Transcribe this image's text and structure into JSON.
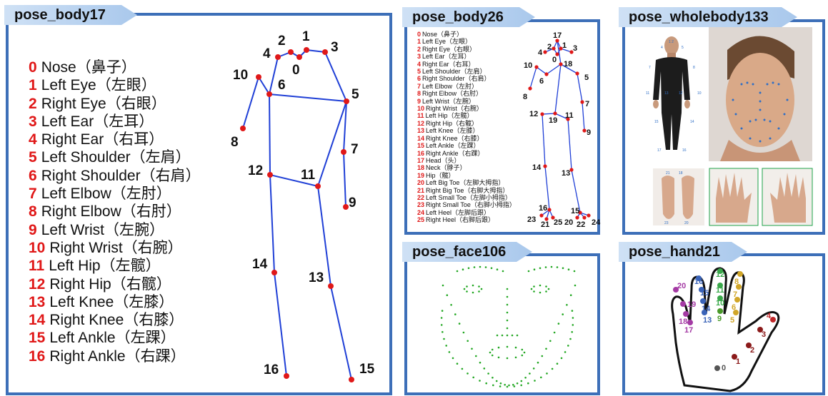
{
  "panels": {
    "body17": {
      "title": "pose_body17",
      "keypoints": [
        {
          "id": "0",
          "name": "Nose（鼻子）"
        },
        {
          "id": "1",
          "name": "Left Eye（左眼）"
        },
        {
          "id": "2",
          "name": "Right Eye（右眼）"
        },
        {
          "id": "3",
          "name": "Left Ear（左耳）"
        },
        {
          "id": "4",
          "name": "Right Ear（右耳）"
        },
        {
          "id": "5",
          "name": "Left Shoulder（左肩）"
        },
        {
          "id": "6",
          "name": "Right Shoulder（右肩）"
        },
        {
          "id": "7",
          "name": "Left Elbow（左肘）"
        },
        {
          "id": "8",
          "name": "Right Elbow（右肘）"
        },
        {
          "id": "9",
          "name": "Left Wrist（左腕）"
        },
        {
          "id": "10",
          "name": "Right Wrist（右腕）"
        },
        {
          "id": "11",
          "name": "Left Hip（左髋）"
        },
        {
          "id": "12",
          "name": "Right Hip（右髋）"
        },
        {
          "id": "13",
          "name": "Left Knee（左膝）"
        },
        {
          "id": "14",
          "name": "Right Knee（右膝）"
        },
        {
          "id": "15",
          "name": "Left Ankle（左踝）"
        },
        {
          "id": "16",
          "name": "Right Ankle（右踝）"
        }
      ]
    },
    "body26": {
      "title": "pose_body26",
      "keypoints": [
        {
          "id": "0",
          "name": "Nose（鼻子）"
        },
        {
          "id": "1",
          "name": "Left Eye（左眼）"
        },
        {
          "id": "2",
          "name": "Right Eye（右眼）"
        },
        {
          "id": "3",
          "name": "Left Ear（左耳）"
        },
        {
          "id": "4",
          "name": "Right Ear（右耳）"
        },
        {
          "id": "5",
          "name": "Left Shoulder（左肩）"
        },
        {
          "id": "6",
          "name": "Right Shoulder（右肩）"
        },
        {
          "id": "7",
          "name": "Left Elbow（左肘）"
        },
        {
          "id": "8",
          "name": "Right Elbow（右肘）"
        },
        {
          "id": "9",
          "name": "Left Wrist（左腕）"
        },
        {
          "id": "10",
          "name": "Right Wrist（右腕）"
        },
        {
          "id": "11",
          "name": "Left Hip（左髋）"
        },
        {
          "id": "12",
          "name": "Right Hip（右髋）"
        },
        {
          "id": "13",
          "name": "Left Knee（左膝）"
        },
        {
          "id": "14",
          "name": "Right Knee（右膝）"
        },
        {
          "id": "15",
          "name": "Left Ankle（左踝）"
        },
        {
          "id": "16",
          "name": "Right Ankle（右踝）"
        },
        {
          "id": "17",
          "name": "Head（头）"
        },
        {
          "id": "18",
          "name": "Neck（脖子）"
        },
        {
          "id": "19",
          "name": "Hip（髋）"
        },
        {
          "id": "20",
          "name": "Left Big Toe（左脚大拇指）"
        },
        {
          "id": "21",
          "name": "Right Big Toe（右脚大拇指）"
        },
        {
          "id": "22",
          "name": "Left Small Toe（左脚小拇指）"
        },
        {
          "id": "23",
          "name": "Right Small Toe（右脚小拇指）"
        },
        {
          "id": "24",
          "name": "Left Heel（左脚后跟）"
        },
        {
          "id": "25",
          "name": "Right Heel（右脚后跟）"
        }
      ]
    },
    "wholebody133": {
      "title": "pose_wholebody133"
    },
    "face106": {
      "title": "pose_face106"
    },
    "hand21": {
      "title": "pose_hand21"
    }
  },
  "colors": {
    "border": "#3d6fb8",
    "skeleton_line": "#1f3fd6",
    "keypoint": "#e01818",
    "face_point": "#22a722",
    "hand_box": "#1fa34a"
  }
}
